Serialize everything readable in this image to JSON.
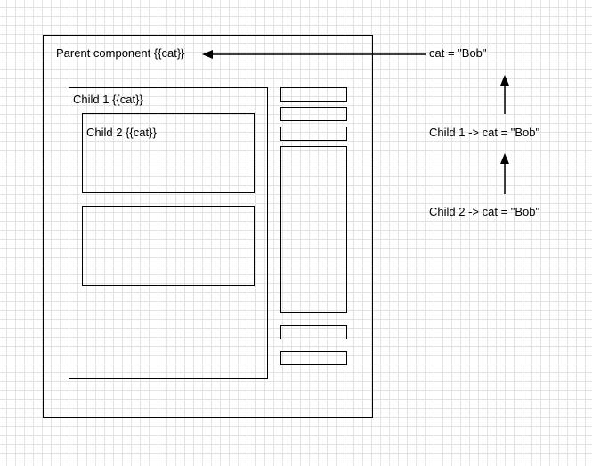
{
  "parent": {
    "label": "Parent component {{cat}}"
  },
  "child1": {
    "label": "Child 1 {{cat}}"
  },
  "child2": {
    "label": "Child 2 {{cat}}"
  },
  "annotations": {
    "parent_value": "cat = \"Bob\"",
    "child1_value": "Child 1 -> cat = \"Bob\"",
    "child2_value": "Child 2 -> cat = \"Bob\""
  }
}
